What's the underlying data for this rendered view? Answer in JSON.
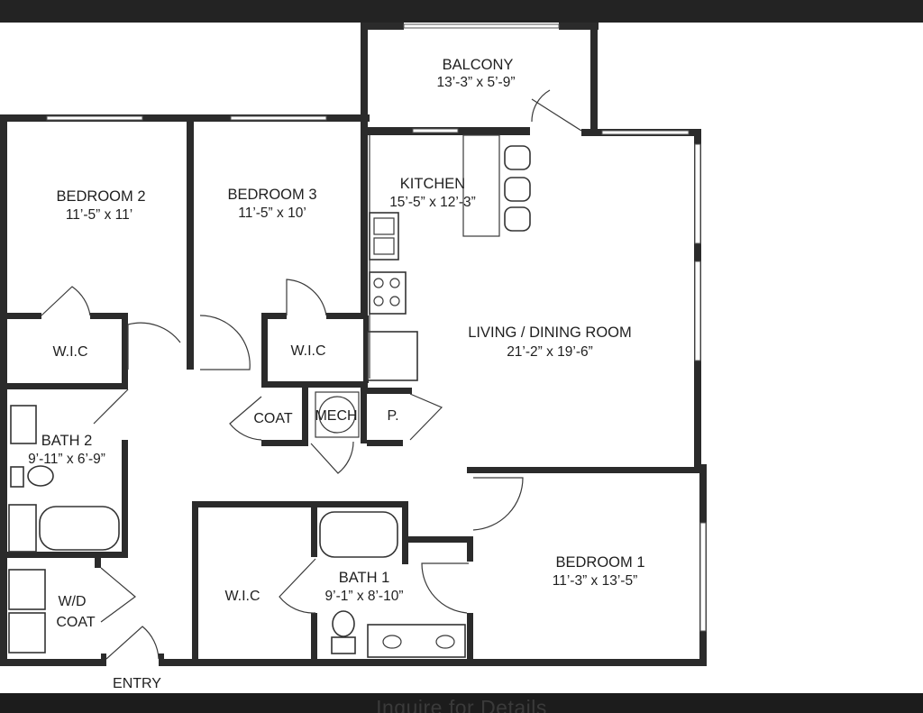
{
  "rooms": {
    "balcony": {
      "name": "BALCONY",
      "dims": "13’-3” x 5’-9”"
    },
    "bedroom2": {
      "name": "BEDROOM 2",
      "dims": "11’-5” x 11’"
    },
    "bedroom3": {
      "name": "BEDROOM 3",
      "dims": "11’-5” x 10’"
    },
    "kitchen": {
      "name": "KITCHEN",
      "dims": "15’-5” x 12’-3”"
    },
    "living": {
      "name": "LIVING / DINING ROOM",
      "dims": "21’-2” x 19’-6”"
    },
    "bath2": {
      "name": "BATH 2",
      "dims": "9’-11” x 6’-9”"
    },
    "bath1": {
      "name": "BATH 1",
      "dims": "9’-1” x 8’-10”"
    },
    "bedroom1": {
      "name": "BEDROOM 1",
      "dims": "11’-3” x 13’-5”"
    }
  },
  "labels": {
    "wic_bed2": "W.I.C",
    "wic_bed3": "W.I.C",
    "wic_bed1": "W.I.C",
    "coat": "COAT",
    "mech": "MECH",
    "pantry": "P.",
    "wd": "W/D",
    "wd_coat": "COAT",
    "entry": "ENTRY"
  },
  "footer": {
    "text": "Inquire for Details"
  },
  "colors": {
    "wall": "#2b2b2b",
    "background": "#ffffff",
    "frame": "#222222"
  }
}
